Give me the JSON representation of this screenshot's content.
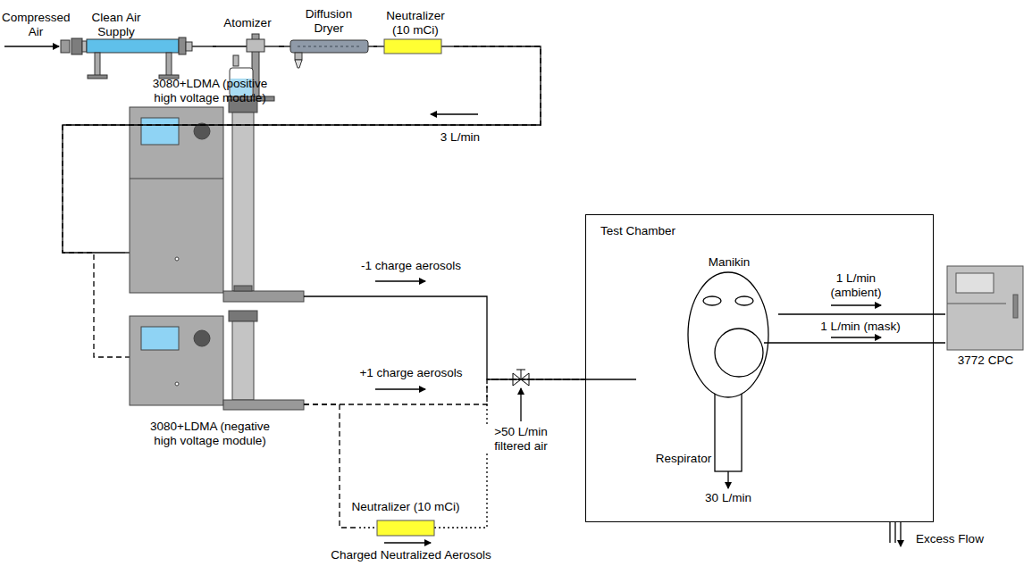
{
  "diagram": {
    "nodes": [
      {
        "text": [
          "Clean Air Supply"
        ]
      },
      {
        "text": [
          "Atomizer"
        ]
      },
      {
        "text": [
          "Diffusion Dryer"
        ]
      },
      {
        "text": [
          "Neutralizer (10 mCi)"
        ]
      },
      {
        "text": [
          "3080+LDMA (positive high voltage module)"
        ]
      },
      {
        "text": [
          "3080+LDMA (negative high voltage module)"
        ]
      },
      {
        "text": [
          "Neutralizer (10 mCi)"
        ]
      },
      {
        "text": [
          "Test Chamber"
        ]
      },
      {
        "text": [
          "Manikin"
        ],
        "in": 7
      },
      {
        "text": [
          "Respirator"
        ],
        "in": 7
      },
      {
        "text": [
          "3772 CPC"
        ]
      }
    ],
    "edges": [
      {
        "from": 0,
        "to": 1,
        "arrow": "none"
      },
      {
        "from": 1,
        "to": 2,
        "arrow": "none"
      },
      {
        "from": 2,
        "to": 3,
        "arrow": "none"
      },
      {
        "from": 3,
        "to": 4,
        "label": "3 L/min",
        "arrow": "none"
      },
      {
        "from": 3,
        "to": 5,
        "arrow": "none"
      },
      {
        "from": 4,
        "to": 7,
        "label": "-1 charge aerosols",
        "arrow": "none"
      },
      {
        "from": 5,
        "to": 7,
        "label": "+1 charge aerosols",
        "arrow": "none"
      },
      {
        "from": 5,
        "to": 6,
        "arrow": "none"
      },
      {
        "from": 6,
        "to": 7,
        "arrow": "none"
      },
      {
        "from": 8,
        "to": 10,
        "label": "1 L/min (ambient)",
        "arrow": "none"
      },
      {
        "from": 9,
        "to": 10,
        "label": "1 L/min (mask)",
        "arrow": "none"
      }
    ],
    "labels": [
      "Compressed Air",
      ">50 L/min filtered air",
      "30 L/min",
      "Excess Flow",
      "Charged Neutralized Aerosols"
    ]
  }
}
